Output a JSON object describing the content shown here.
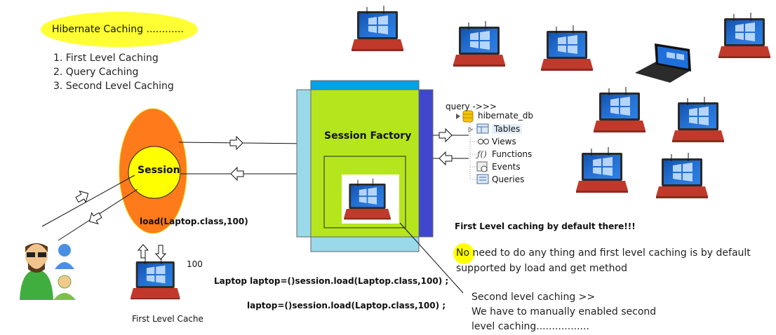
{
  "title": "Hibernate Caching ............",
  "caching_types": [
    "1. First Level Caching",
    "2. Query Caching",
    "3. Second Level Caching"
  ],
  "session_label": "Session",
  "load_call": "load(Laptop.class,100)",
  "id_label": "100",
  "first_level_cache_label": "First Level Cache",
  "session_factory_label": "Session Factory",
  "query_label": "query ->>>",
  "db_name": "hibernate_db",
  "db_items": [
    "Tables",
    "Views",
    "Functions",
    "Events",
    "Queries"
  ],
  "first_level_note": "First Level caching by default there!!!",
  "default_note_line1": "No need to do any thing and first level caching is by default",
  "default_note_line2": "supported by load and get method",
  "code_line1": "Laptop laptop=()session.load(Laptop.class,100) ;",
  "code_line2": "laptop=()session.load(Laptop.class,100) ;",
  "second_level_line1": "Second level caching  >>",
  "second_level_line2": "We have to manually enabled second",
  "second_level_line3": "level caching.................",
  "colors": {
    "title_ellipse": "#ffff33",
    "session_outer": "#ff7a1a",
    "session_inner": "#ffff00",
    "factory_green": "#b5e61d",
    "factory_light_blue": "#99d9ea",
    "factory_dark_blue": "#3f48cc",
    "factory_top_blue": "#00a2e8",
    "highlight_dot": "#ffff00",
    "laptop_body": "#c0392b"
  }
}
